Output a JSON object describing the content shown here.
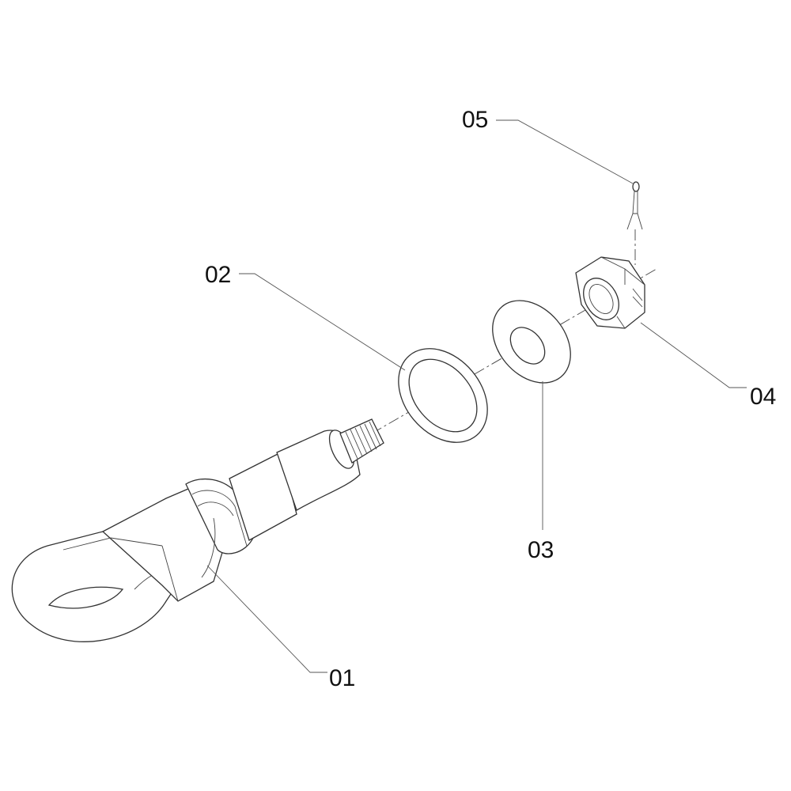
{
  "diagram": {
    "type": "exploded-parts-view",
    "callouts": [
      {
        "id": "01",
        "label": "01"
      },
      {
        "id": "02",
        "label": "02"
      },
      {
        "id": "03",
        "label": "03"
      },
      {
        "id": "04",
        "label": "04"
      },
      {
        "id": "05",
        "label": "05"
      }
    ],
    "line_color": "#333333",
    "background": "#ffffff"
  }
}
